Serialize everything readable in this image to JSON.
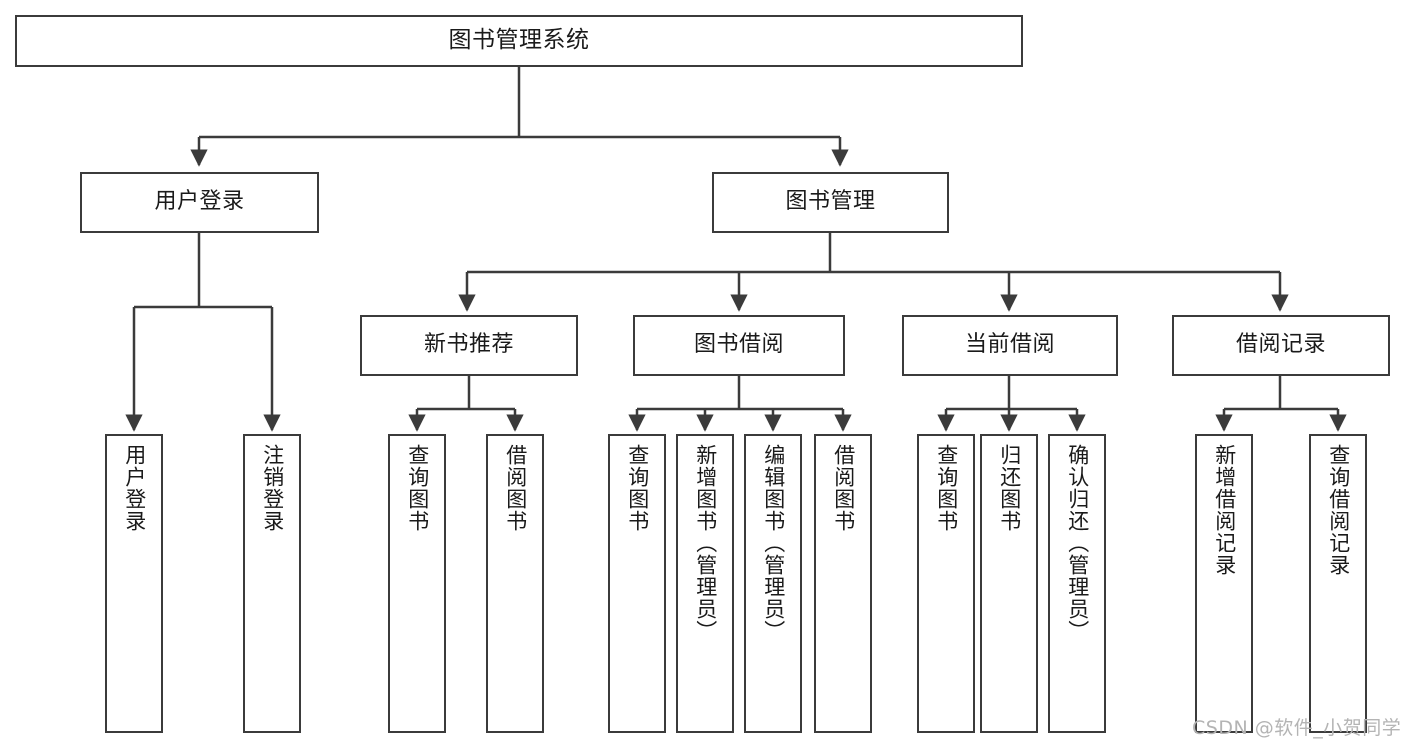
{
  "diagram": {
    "title": "图书管理系统",
    "watermark": "CSDN @软件_小贺同学",
    "colors": {
      "stroke": "#3b3b3b",
      "background": "#ffffff",
      "text": "#1a1a1a",
      "watermark": "#b4b4b4"
    },
    "nodes": {
      "root": "图书管理系统",
      "level1": [
        "用户登录",
        "图书管理"
      ],
      "level2": [
        "新书推荐",
        "图书借阅",
        "当前借阅",
        "借阅记录"
      ],
      "leaves": {
        "user_login": [
          "用户登录",
          "注销登录"
        ],
        "new_book": [
          "查询图书",
          "借阅图书"
        ],
        "book_borrow": [
          "查询图书",
          "新增图书（管理员）",
          "编辑图书（管理员）",
          "借阅图书"
        ],
        "current_borrow": [
          "查询图书",
          "归还图书",
          "确认归还（管理员）"
        ],
        "borrow_record": [
          "新增借阅记录",
          "查询借阅记录"
        ]
      }
    }
  }
}
